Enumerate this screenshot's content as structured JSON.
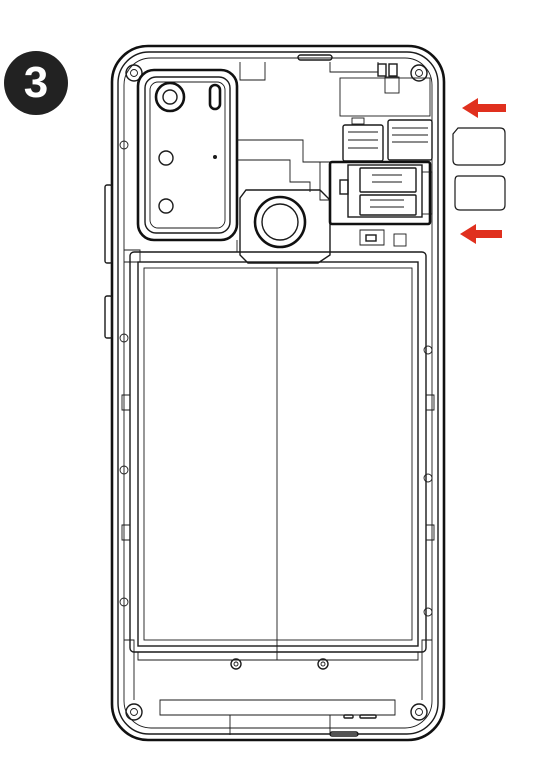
{
  "step": {
    "number": "3"
  },
  "colors": {
    "arrow": "#e0301e",
    "line": "#1a1a1a",
    "badge": "#222222"
  },
  "icons": [
    "step-number-badge",
    "phone-back-outline",
    "camera-module",
    "fingerprint-sensor",
    "sim-card-tray",
    "sim-card-1",
    "sim-card-2",
    "insert-arrow-icon"
  ]
}
